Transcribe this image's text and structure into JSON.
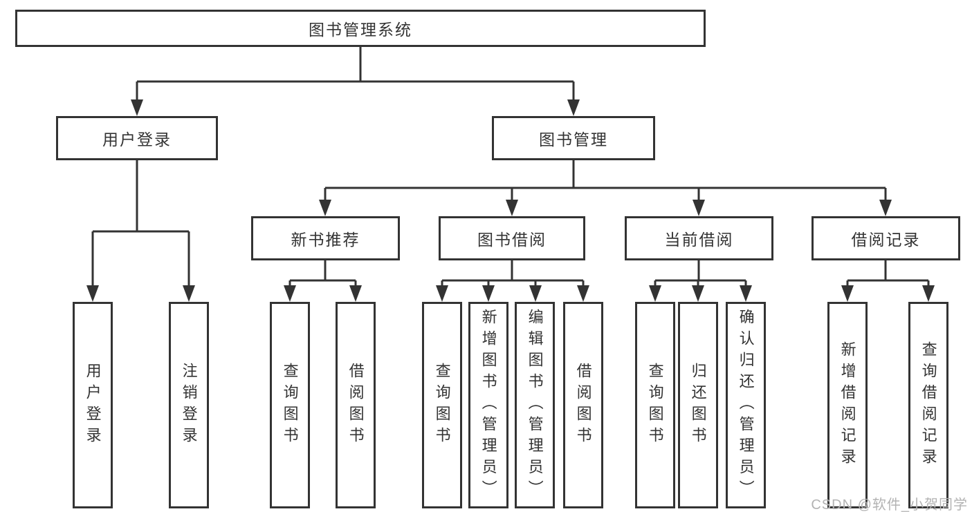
{
  "diagram_type": "hierarchy-tree",
  "colors": {
    "stroke": "#333333",
    "text": "#333333",
    "background": "#ffffff",
    "watermark_text": "#b3b3b3"
  },
  "tree": {
    "label": "图书管理系统",
    "children": [
      {
        "label": "用户登录",
        "children": [
          {
            "label": "用户登录"
          },
          {
            "label": "注销登录"
          }
        ]
      },
      {
        "label": "图书管理",
        "children": [
          {
            "label": "新书推荐",
            "children": [
              {
                "label": "查询图书"
              },
              {
                "label": "借阅图书"
              }
            ]
          },
          {
            "label": "图书借阅",
            "children": [
              {
                "label": "查询图书"
              },
              {
                "label": "新增图书（管理员）"
              },
              {
                "label": "编辑图书（管理员）"
              },
              {
                "label": "借阅图书"
              }
            ]
          },
          {
            "label": "当前借阅",
            "children": [
              {
                "label": "查询图书"
              },
              {
                "label": "归还图书"
              },
              {
                "label": "确认归还（管理员）"
              }
            ]
          },
          {
            "label": "借阅记录",
            "children": [
              {
                "label": "新增借阅记录"
              },
              {
                "label": "查询借阅记录"
              }
            ]
          }
        ]
      }
    ]
  },
  "watermark": "CSDN @软件_小贺同学"
}
